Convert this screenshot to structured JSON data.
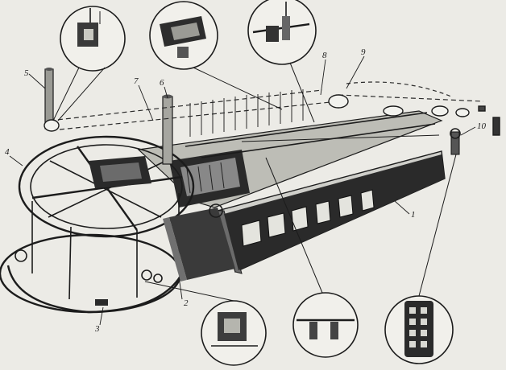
{
  "labels": {
    "l1": "1",
    "l2": "2",
    "l3": "3",
    "l4": "4",
    "l5": "5",
    "l6": "6",
    "l7": "7",
    "l8": "8",
    "l9": "9",
    "l10": "10"
  },
  "colors": {
    "paper": "#ecebe6",
    "ink": "#1c1c1c"
  }
}
